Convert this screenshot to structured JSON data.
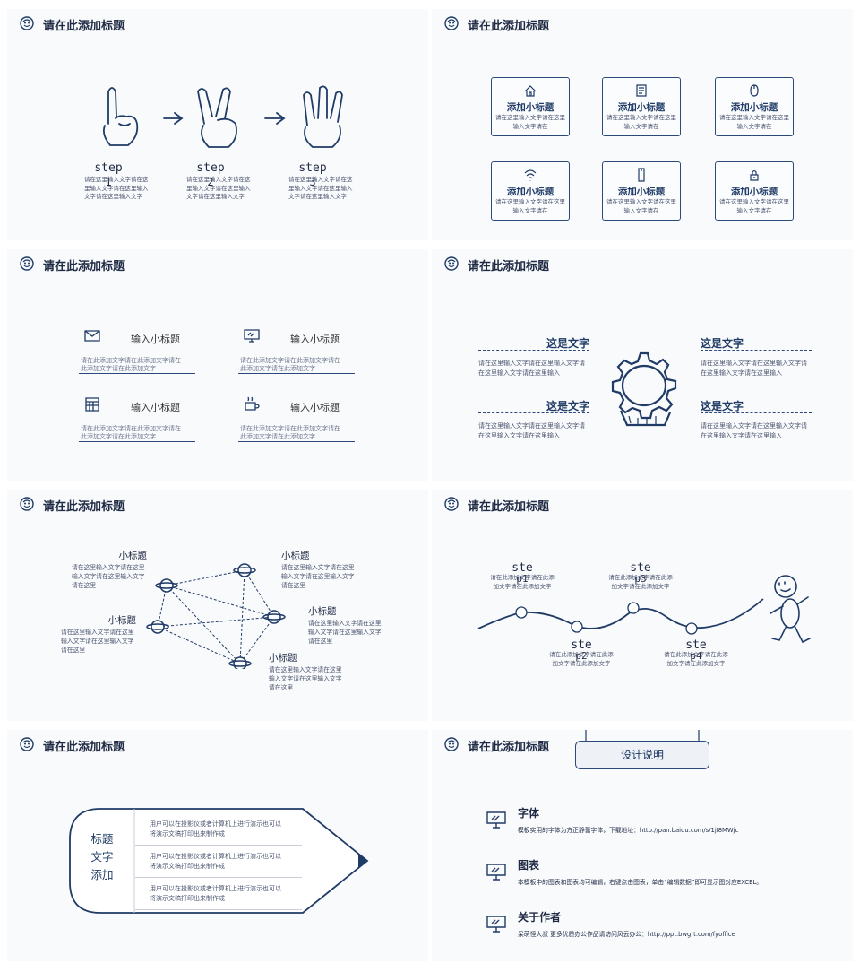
{
  "slide_title": "请在此添加标题",
  "colors": {
    "accent": "#1f3b66",
    "line": "#2b4a7a",
    "slide_bg": "#f9fafc"
  },
  "s1": {
    "steps": [
      {
        "word": "step",
        "num": "1",
        "text": "请在这里输入文字请在这里输入文字请在这里输入文字请在这里输入文字"
      },
      {
        "word": "step",
        "num": "2",
        "text": "请在这里输入文字请在这里输入文字请在这里输入文字请在这里输入文字"
      },
      {
        "word": "step",
        "num": "3",
        "text": "请在这里输入文字请在这里输入文字请在这里输入文字请在这里输入文字"
      }
    ]
  },
  "s2": {
    "cards": [
      {
        "title": "添加小标题",
        "text": "请在这里输入文字请在这里输入文字请在",
        "icon": "home-icon"
      },
      {
        "title": "添加小标题",
        "text": "请在这里输入文字请在这里输入文字请在",
        "icon": "document-icon"
      },
      {
        "title": "添加小标题",
        "text": "请在这里输入文字请在这里输入文字请在",
        "icon": "mouse-icon"
      },
      {
        "title": "添加小标题",
        "text": "请在这里输入文字请在这里输入文字请在",
        "icon": "wifi-icon"
      },
      {
        "title": "添加小标题",
        "text": "请在这里输入文字请在这里输入文字请在",
        "icon": "phone-icon"
      },
      {
        "title": "添加小标题",
        "text": "请在这里输入文字请在这里输入文字请在",
        "icon": "lock-icon"
      }
    ]
  },
  "s3": {
    "items": [
      {
        "title": "输入小标题",
        "text": "请在此添加文字请在此添加文字请在此添加文字请在此添加文字",
        "icon": "mail-icon"
      },
      {
        "title": "输入小标题",
        "text": "请在此添加文字请在此添加文字请在此添加文字请在此添加文字",
        "icon": "monitor-icon"
      },
      {
        "title": "输入小标题",
        "text": "请在此添加文字请在此添加文字请在此添加文字请在此添加文字",
        "icon": "calendar-icon"
      },
      {
        "title": "输入小标题",
        "text": "请在此添加文字请在此添加文字请在此添加文字请在此添加文字",
        "icon": "coffee-icon"
      }
    ]
  },
  "s4": {
    "items": [
      {
        "title": "这是文字",
        "text": "请在这里输入文字请在这里输入文字请在这里输入文字请在这里输入"
      },
      {
        "title": "这是文字",
        "text": "请在这里输入文字请在这里输入文字请在这里输入文字请在这里输入"
      },
      {
        "title": "这是文字",
        "text": "请在这里输入文字请在这里输入文字请在这里输入文字请在这里输入"
      },
      {
        "title": "这是文字",
        "text": "请在这里输入文字请在这里输入文字请在这里输入文字请在这里输入"
      }
    ]
  },
  "s5": {
    "items": [
      {
        "title": "小标题",
        "text": "请在这里输入文字请在这里输入文字请在这里输入文字请在这里"
      },
      {
        "title": "小标题",
        "text": "请在这里输入文字请在这里输入文字请在这里输入文字请在这里"
      },
      {
        "title": "小标题",
        "text": "请在这里输入文字请在这里输入文字请在这里输入文字请在这里"
      },
      {
        "title": "小标题",
        "text": "请在这里输入文字请在这里输入文字请在这里输入文字请在这里"
      },
      {
        "title": "小标题",
        "text": "请在这里输入文字请在这里输入文字请在这里输入文字请在这里"
      }
    ]
  },
  "s6": {
    "points": [
      {
        "word": "ste",
        "label": "p1",
        "text": "请在此添加文字请在此添加文字请在此添加文字"
      },
      {
        "word": "ste",
        "label": "p2",
        "text": "请在此添加文字请在此添加文字请在此添加文字"
      },
      {
        "word": "ste",
        "label": "p3",
        "text": "请在此添加文字请在此添加文字请在此添加文字"
      },
      {
        "word": "ste",
        "label": "p4",
        "text": "请在此添加文字请在此添加文字请在此添加文字"
      }
    ]
  },
  "s7": {
    "label": [
      "标题",
      "文字",
      "添加"
    ],
    "rows": [
      "用户可以在投影仪或者计算机上进行演示也可以将演示文稿打印出来制作成",
      "用户可以在投影仪或者计算机上进行演示也可以将演示文稿打印出来制作成",
      "用户可以在投影仪或者计算机上进行演示也可以将演示文稿打印出来制作成"
    ]
  },
  "s8": {
    "sign": "设计说明",
    "sections": [
      {
        "title": "字体",
        "text": "模板实用的字体为方正静蕾字体，下载地址：http://pan.baidu.com/s/1jI8MWjc"
      },
      {
        "title": "图表",
        "text": "本模板中的图表和图表均可编辑，右键点击图表，单击“编辑数据”即可显示图对应EXCEL。"
      },
      {
        "title": "关于作者",
        "text": "呆萌怪大叔      更多优质办公作品请访问风云办公：http://ppt.bwgrt.com/fyoffice"
      }
    ]
  }
}
